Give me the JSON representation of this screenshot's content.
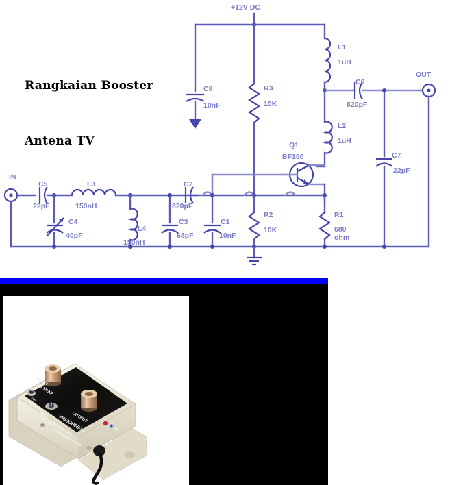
{
  "page": {
    "title": "Rangkaian Booster Antena TV",
    "bg_color": "#ffffff",
    "wire_color": "#5b5bb8",
    "label_color": "#7b7bc6",
    "divider_color": "#0000ff",
    "panel_color": "#000000"
  },
  "schematic": {
    "heading_line1": "Rangkaian Booster",
    "heading_line2": "Antena TV",
    "supply_label": "+12V DC",
    "input_terminal": "IN",
    "output_terminal": "OUT",
    "components": [
      {
        "ref": "C8",
        "value": "10nF",
        "type": "capacitor"
      },
      {
        "ref": "R3",
        "value": "10K",
        "type": "resistor"
      },
      {
        "ref": "L1",
        "value": "1uH",
        "type": "inductor"
      },
      {
        "ref": "C6",
        "value": "820pF",
        "type": "capacitor"
      },
      {
        "ref": "L2",
        "value": "1uH",
        "type": "inductor"
      },
      {
        "ref": "C7",
        "value": "22pF",
        "type": "capacitor"
      },
      {
        "ref": "Q1",
        "value": "BF180",
        "type": "transistor"
      },
      {
        "ref": "C5",
        "value": "22pF",
        "type": "capacitor"
      },
      {
        "ref": "L3",
        "value": "150nH",
        "type": "inductor"
      },
      {
        "ref": "C4",
        "value": "40pF",
        "type": "variable-capacitor"
      },
      {
        "ref": "L4",
        "value": "150nH",
        "type": "inductor"
      },
      {
        "ref": "C3",
        "value": "68pF",
        "type": "capacitor"
      },
      {
        "ref": "C2",
        "value": "820pF",
        "type": "capacitor"
      },
      {
        "ref": "C1",
        "value": "10nF",
        "type": "capacitor"
      },
      {
        "ref": "R2",
        "value": "10K",
        "type": "resistor"
      },
      {
        "ref": "R1",
        "value": "680 ohm",
        "type": "resistor"
      }
    ],
    "labels": {
      "c8_ref": "C8",
      "c8_val": "10nF",
      "r3_ref": "R3",
      "r3_val": "10K",
      "l1_ref": "L1",
      "l1_val": "1uH",
      "c6_ref": "C6",
      "c6_val": "820pF",
      "l2_ref": "L2",
      "l2_val": "1uH",
      "c7_ref": "C7",
      "c7_val": "22pF",
      "q1_ref": "Q1",
      "q1_val": "BF180",
      "c5_ref": "C5",
      "c5_val": "22pF",
      "l3_ref": "L3",
      "l3_val": "150nH",
      "c4_ref": "C4",
      "c4_val": "40pF",
      "l4_ref": "L4",
      "l4_val": "150nH",
      "c3_ref": "C3",
      "c3_val": "68pF",
      "c2_ref": "C2",
      "c2_val": "820pF",
      "c1_ref": "C1",
      "c1_val": "10nF",
      "r2_ref": "R2",
      "r2_val": "10K",
      "r1_ref": "R1",
      "r1_val1": "680",
      "r1_val2": "ohm"
    }
  },
  "photo": {
    "subject": "tv-antenna-distribution-amplifier",
    "case_color": "#efeadd",
    "panel_color": "#101010",
    "silkscreen": {
      "input": "INPUT",
      "fm_trap": "FM TRAP",
      "output": "OUTPUT",
      "gain_control_l1": "GAIN",
      "gain_control_l2": "CONTROL",
      "band": "VHF/UHF/FM",
      "model_l1": "TV-VCR 2608",
      "model_l2": "DISTRIBUTION AMP",
      "switch_on": "ON",
      "switch_out": "OUT",
      "led_label_l1": "FM",
      "led_label_l2": "TRAP"
    }
  }
}
